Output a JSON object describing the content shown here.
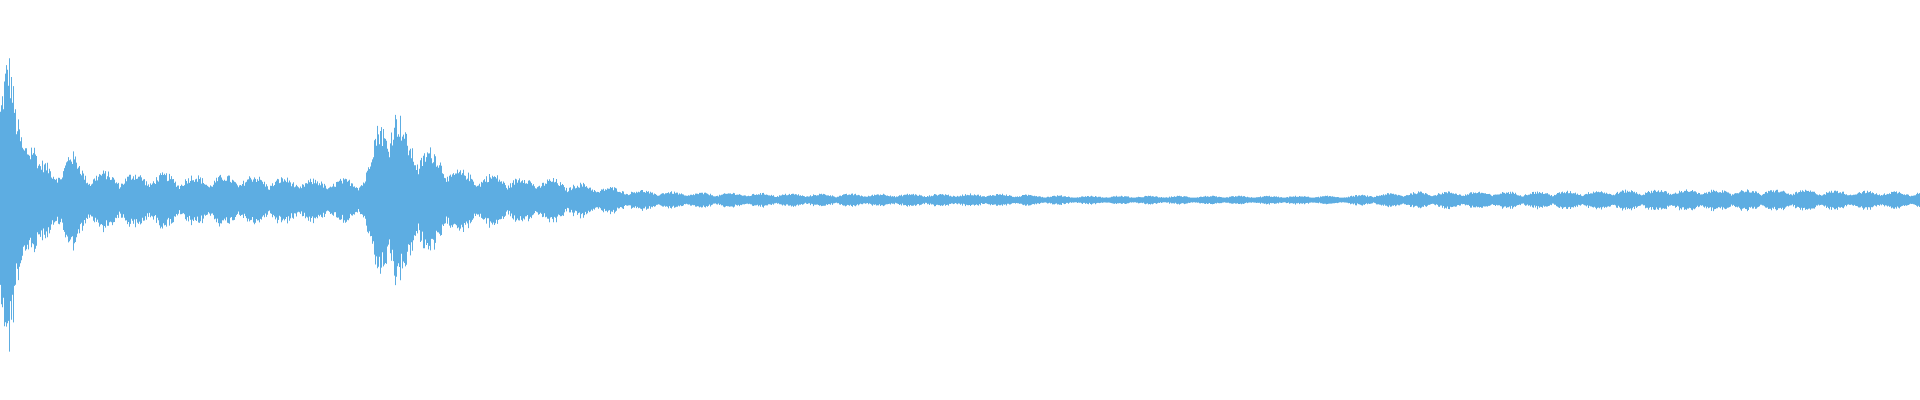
{
  "waveform": {
    "color": "#5dade2",
    "background": "#ffffff",
    "envelope": [
      {
        "t": 0.0,
        "a": 0.82
      },
      {
        "t": 0.004,
        "a": 0.8
      },
      {
        "t": 0.008,
        "a": 0.42
      },
      {
        "t": 0.012,
        "a": 0.3
      },
      {
        "t": 0.016,
        "a": 0.45
      },
      {
        "t": 0.02,
        "a": 0.2
      },
      {
        "t": 0.028,
        "a": 0.15
      },
      {
        "t": 0.036,
        "a": 0.25
      },
      {
        "t": 0.044,
        "a": 0.15
      },
      {
        "t": 0.06,
        "a": 0.13
      },
      {
        "t": 0.08,
        "a": 0.13
      },
      {
        "t": 0.1,
        "a": 0.12
      },
      {
        "t": 0.13,
        "a": 0.12
      },
      {
        "t": 0.16,
        "a": 0.1
      },
      {
        "t": 0.18,
        "a": 0.1
      },
      {
        "t": 0.19,
        "a": 0.12
      },
      {
        "t": 0.198,
        "a": 0.42
      },
      {
        "t": 0.205,
        "a": 0.5
      },
      {
        "t": 0.212,
        "a": 0.3
      },
      {
        "t": 0.22,
        "a": 0.28
      },
      {
        "t": 0.228,
        "a": 0.22
      },
      {
        "t": 0.24,
        "a": 0.14
      },
      {
        "t": 0.26,
        "a": 0.12
      },
      {
        "t": 0.29,
        "a": 0.1
      },
      {
        "t": 0.31,
        "a": 0.07
      },
      {
        "t": 0.33,
        "a": 0.05
      },
      {
        "t": 0.36,
        "a": 0.035
      },
      {
        "t": 0.38,
        "a": 0.035
      },
      {
        "t": 0.42,
        "a": 0.03
      },
      {
        "t": 0.52,
        "a": 0.03
      },
      {
        "t": 0.56,
        "a": 0.02
      },
      {
        "t": 0.62,
        "a": 0.02
      },
      {
        "t": 0.7,
        "a": 0.02
      },
      {
        "t": 0.74,
        "a": 0.04
      },
      {
        "t": 0.8,
        "a": 0.04
      },
      {
        "t": 0.86,
        "a": 0.05
      },
      {
        "t": 0.92,
        "a": 0.05
      },
      {
        "t": 0.96,
        "a": 0.045
      },
      {
        "t": 1.0,
        "a": 0.04
      }
    ]
  }
}
